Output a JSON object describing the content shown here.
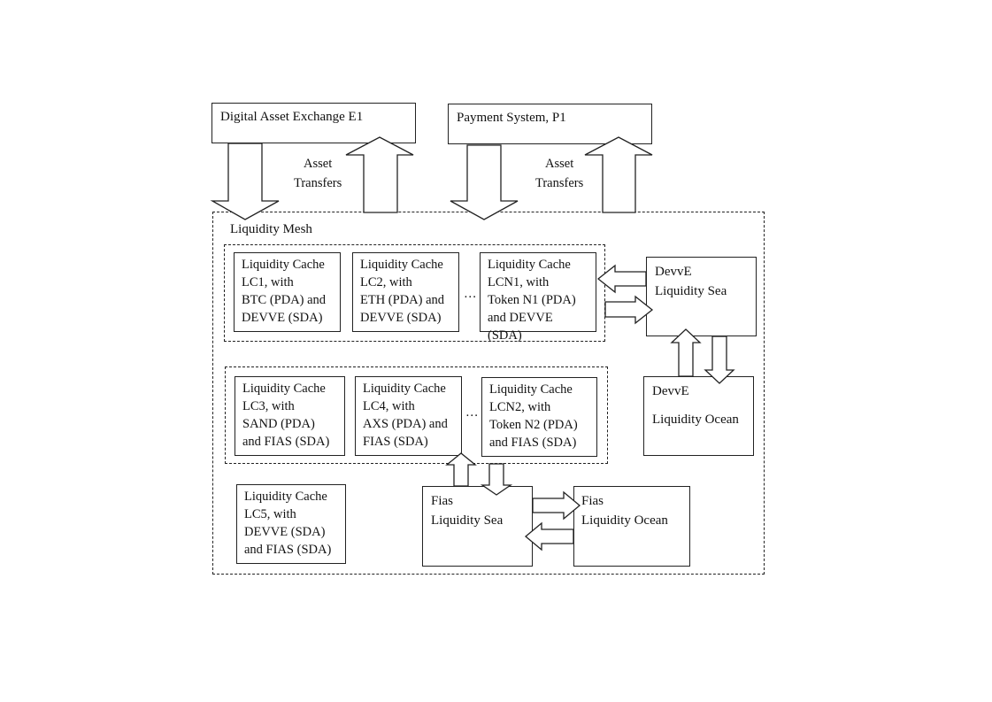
{
  "exchange": {
    "label": "Digital Asset Exchange E1"
  },
  "payment": {
    "label": "Payment System, P1"
  },
  "transfers": {
    "left": "Asset\nTransfers",
    "right": "Asset\nTransfers"
  },
  "mesh": {
    "label": "Liquidity Mesh"
  },
  "group1": {
    "caches": [
      {
        "text": "Liquidity Cache\nLC1, with\nBTC (PDA) and\nDEVVE (SDA)"
      },
      {
        "text": "Liquidity Cache\nLC2, with\nETH (PDA) and\nDEVVE (SDA)"
      },
      {
        "text": "Liquidity Cache\nLCN1, with\nToken N1 (PDA)\nand DEVVE\n(SDA)"
      }
    ],
    "ellipsis": "…"
  },
  "group2": {
    "caches": [
      {
        "text": "Liquidity Cache\nLC3, with\nSAND (PDA)\nand FIAS (SDA)"
      },
      {
        "text": "Liquidity Cache\nLC4, with\nAXS (PDA) and\nFIAS (SDA)"
      },
      {
        "text": "Liquidity Cache\nLCN2, with\nToken N2 (PDA)\nand FIAS (SDA)"
      }
    ],
    "ellipsis": "…"
  },
  "lc5": {
    "text": "Liquidity Cache\nLC5, with\nDEVVE (SDA)\nand FIAS (SDA)"
  },
  "devve_sea": {
    "text": "DevvE\nLiquidity Sea"
  },
  "devve_ocean": {
    "line1": "DevvE",
    "line2": "Liquidity Ocean"
  },
  "fias_sea": {
    "text": "Fias\nLiquidity Sea"
  },
  "fias_ocean": {
    "text": "Fias\nLiquidity Ocean"
  }
}
